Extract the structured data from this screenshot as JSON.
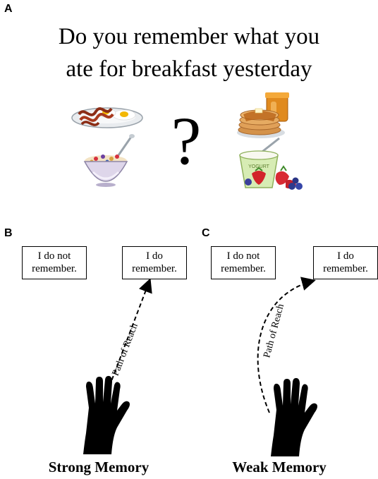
{
  "panelA": {
    "label": "A",
    "question_line1": "Do you remember what you",
    "question_line2": "ate for breakfast yesterday",
    "question_mark": "?",
    "yogurt_text": "YOGURT"
  },
  "panelB": {
    "label": "B",
    "box_left_line1": "I do not",
    "box_left_line2": "remember.",
    "box_right_line1": "I do",
    "box_right_line2": "remember.",
    "path_label": "Path of Reach",
    "caption": "Strong Memory"
  },
  "panelC": {
    "label": "C",
    "box_left_line1": "I do not",
    "box_left_line2": "remember.",
    "box_right_line1": "I do",
    "box_right_line2": "remember.",
    "path_label": "Path of Reach",
    "caption": "Weak Memory"
  }
}
